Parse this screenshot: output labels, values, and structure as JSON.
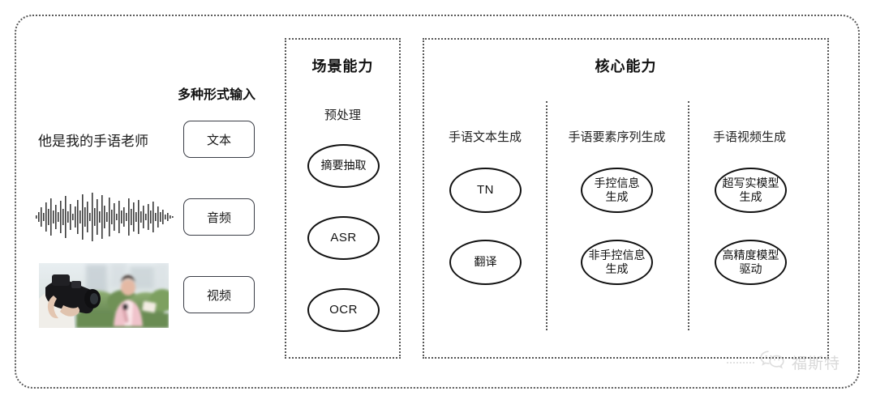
{
  "page": {
    "background_color": "#ffffff",
    "frame_color": "#5a5a5a"
  },
  "input_section": {
    "heading": "多种形式输入",
    "sample_text": "他是我的手语老师",
    "modalities": [
      {
        "label": "文本",
        "icon": "text-sample"
      },
      {
        "label": "音频",
        "icon": "audio-waveform"
      },
      {
        "label": "视频",
        "icon": "video-thumbnail"
      }
    ]
  },
  "scene_capability": {
    "title": "场景能力",
    "subtitle": "预处理",
    "nodes": [
      {
        "label": "摘要抽取",
        "script": "cjk"
      },
      {
        "label": "ASR",
        "script": "latin"
      },
      {
        "label": "OCR",
        "script": "latin"
      }
    ]
  },
  "core_capability": {
    "title": "核心能力",
    "columns": [
      {
        "label": "手语文本生成",
        "nodes": [
          {
            "line1": "TN",
            "line2": "",
            "script": "latin"
          },
          {
            "line1": "翻译",
            "line2": "",
            "script": "cjk"
          }
        ]
      },
      {
        "label": "手语要素序列生成",
        "nodes": [
          {
            "line1": "手控信息",
            "line2": "生成",
            "script": "cjk"
          },
          {
            "line1": "非手控信息",
            "line2": "生成",
            "script": "cjk"
          }
        ]
      },
      {
        "label": "手语视频生成",
        "nodes": [
          {
            "line1": "超写实模型",
            "line2": "生成",
            "script": "cjk"
          },
          {
            "line1": "高精度模型",
            "line2": "驱动",
            "script": "cjk"
          }
        ]
      }
    ]
  },
  "watermark": {
    "text": "福斯特",
    "icon": "wechat-icon",
    "color": "#8d8d8d"
  }
}
